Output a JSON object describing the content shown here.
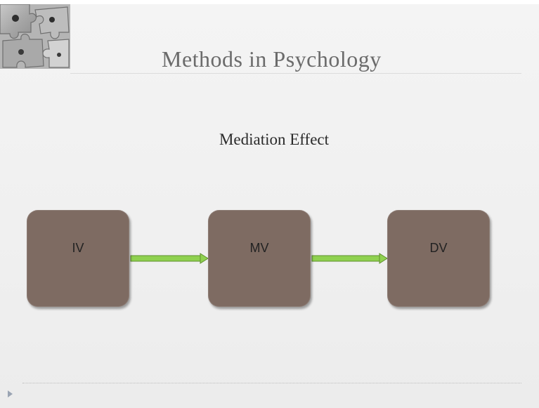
{
  "slide": {
    "title": "Methods in Psychology",
    "subtitle": "Mediation Effect"
  },
  "diagram": {
    "nodes": [
      {
        "id": "iv",
        "label": "IV"
      },
      {
        "id": "mv",
        "label": "MV"
      },
      {
        "id": "dv",
        "label": "DV"
      }
    ],
    "edges": [
      {
        "from": "iv",
        "to": "mv"
      },
      {
        "from": "mv",
        "to": "dv"
      }
    ],
    "node_color": "#7e6b62",
    "arrow_color": "#8fd14f"
  },
  "icons": {
    "corner_graphic": "puzzle-pieces-icon",
    "nav": "play-triangle-icon"
  }
}
